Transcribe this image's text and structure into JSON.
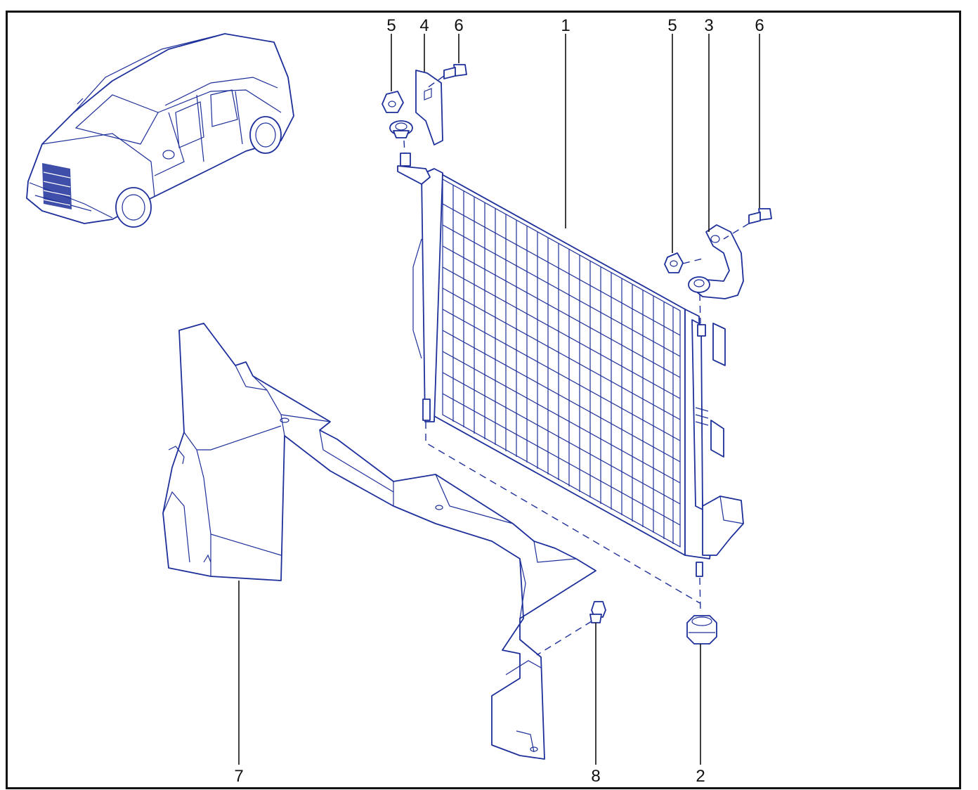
{
  "diagram": {
    "colors": {
      "line_art": "#1d2f9a",
      "frame": "#111111",
      "background": "#ffffff"
    },
    "callouts": [
      {
        "id": "callout-1",
        "number": "1"
      },
      {
        "id": "callout-2",
        "number": "2"
      },
      {
        "id": "callout-3",
        "number": "3"
      },
      {
        "id": "callout-4",
        "number": "4"
      },
      {
        "id": "callout-5a",
        "number": "5"
      },
      {
        "id": "callout-5b",
        "number": "5"
      },
      {
        "id": "callout-6a",
        "number": "6"
      },
      {
        "id": "callout-6b",
        "number": "6"
      },
      {
        "id": "callout-7",
        "number": "7"
      },
      {
        "id": "callout-8",
        "number": "8"
      }
    ]
  }
}
